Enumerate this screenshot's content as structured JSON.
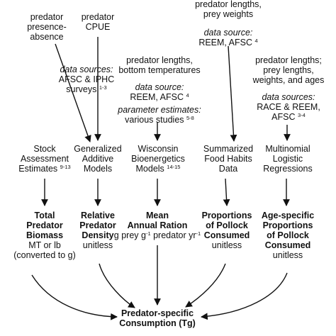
{
  "inputs": {
    "presence": [
      "predator",
      "presence-",
      "absence"
    ],
    "cpue": [
      "predator",
      "CPUE"
    ],
    "top_right": [
      "predator lengths,",
      "prey weights"
    ],
    "top_right_source_label": "data source:",
    "top_right_source": "REEM, AFSC",
    "top_right_source_ref": "4",
    "sources_label": "data sources:",
    "sources_line1": "AFSC & IPHC",
    "sources_line2": "surveys",
    "sources_ref": "1-3",
    "bottom_temps": [
      "predator lengths,",
      "bottom temperatures"
    ],
    "bottom_temps_source_label": "data source:",
    "bottom_temps_source": "REEM, AFSC",
    "bottom_temps_source_ref": "4",
    "param_label": "parameter estimates:",
    "param_text": "various studies",
    "param_ref": "5-8",
    "prey_ages": [
      "predator lengths;",
      "prey lengths,",
      "weights, and ages"
    ],
    "prey_ages_source_label": "data sources:",
    "prey_ages_source_line1": "RACE & REEM,",
    "prey_ages_source_line2": "AFSC",
    "prey_ages_source_ref": "3-4"
  },
  "models": {
    "stock": {
      "line1": "Stock",
      "line2": "Assessment",
      "line3": "Estimates",
      "ref": "9-13"
    },
    "gam": [
      "Generalized",
      "Additive",
      "Models"
    ],
    "wisconsin": {
      "line1": "Wisconsin",
      "line2": "Bioenergetics",
      "line3": "Models",
      "ref": "14-15"
    },
    "food_habits": [
      "Summarized",
      "Food Habits",
      "Data"
    ],
    "multinomial": [
      "Multinomial",
      "Logistic",
      "Regressions"
    ]
  },
  "outputs": {
    "biomass": {
      "title": [
        "Total",
        "Predator",
        "Biomass"
      ],
      "unit1": "MT or lb",
      "unit2": "(converted to g)"
    },
    "density": {
      "title": [
        "Relative",
        "Predator",
        "Density"
      ],
      "unit": "unitless"
    },
    "ration": {
      "title": [
        "Mean",
        "Annual Ration"
      ],
      "unit_a": "g prey g",
      "unit_a_sup": "-1",
      "unit_b": " predator yr",
      "unit_b_sup": "-1"
    },
    "proportions": {
      "title": [
        "Proportions",
        "of Pollock",
        "Consumed"
      ],
      "unit": "unitless"
    },
    "age_props": {
      "title": [
        "Age-specific",
        "Proportions",
        "of Pollock",
        "Consumed"
      ],
      "unit": "unitless"
    }
  },
  "final": [
    "Predator-specific",
    "Consumption (Tg)"
  ],
  "colors": {
    "ink": "#111111",
    "background": "#ffffff"
  }
}
